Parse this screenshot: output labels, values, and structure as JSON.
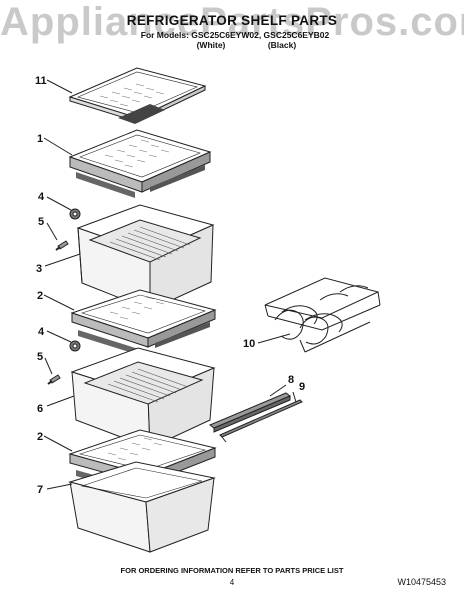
{
  "watermark": "AppliancePartsPros.com",
  "title": "REFRIGERATOR SHELF PARTS",
  "models_line": "For Models: GSC25C6EYW02, GSC25C6EYB02",
  "color_white": "(White)",
  "color_black": "(Black)",
  "callouts": {
    "c11": "11",
    "c1": "1",
    "c4a": "4",
    "c5a": "5",
    "c3": "3",
    "c2a": "2",
    "c4b": "4",
    "c5b": "5",
    "c6": "6",
    "c2b": "2",
    "c7": "7",
    "c10": "10",
    "c8": "8",
    "c9": "9"
  },
  "footer": "FOR ORDERING INFORMATION REFER TO PARTS PRICE LIST",
  "page_number": "4",
  "document_number": "W10475453"
}
